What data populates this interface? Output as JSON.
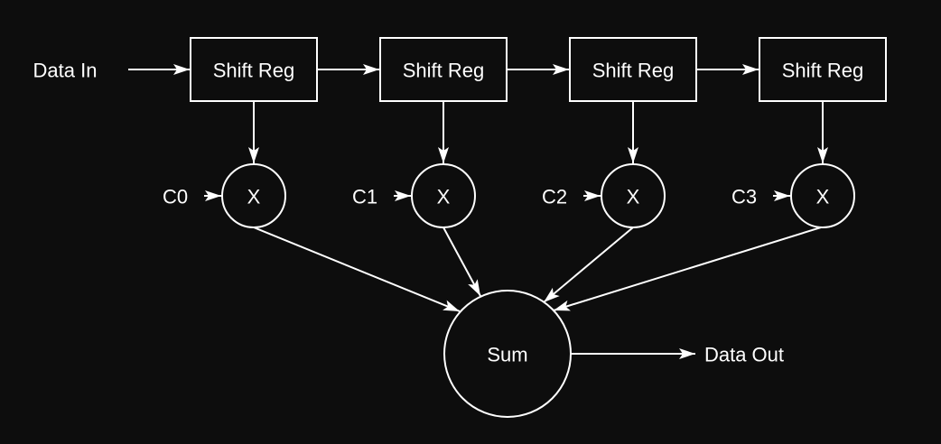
{
  "diagram": {
    "colors": {
      "background": "#0d0d0d",
      "stroke": "#ffffff",
      "text": "#ffffff"
    },
    "input_label": "Data In",
    "output_label": "Data Out",
    "sum_label": "Sum",
    "shift_registers": [
      {
        "label": "Shift Reg"
      },
      {
        "label": "Shift Reg"
      },
      {
        "label": "Shift Reg"
      },
      {
        "label": "Shift Reg"
      }
    ],
    "multipliers": [
      {
        "label": "X",
        "coefficient": "C0"
      },
      {
        "label": "X",
        "coefficient": "C1"
      },
      {
        "label": "X",
        "coefficient": "C2"
      },
      {
        "label": "X",
        "coefficient": "C3"
      }
    ]
  }
}
